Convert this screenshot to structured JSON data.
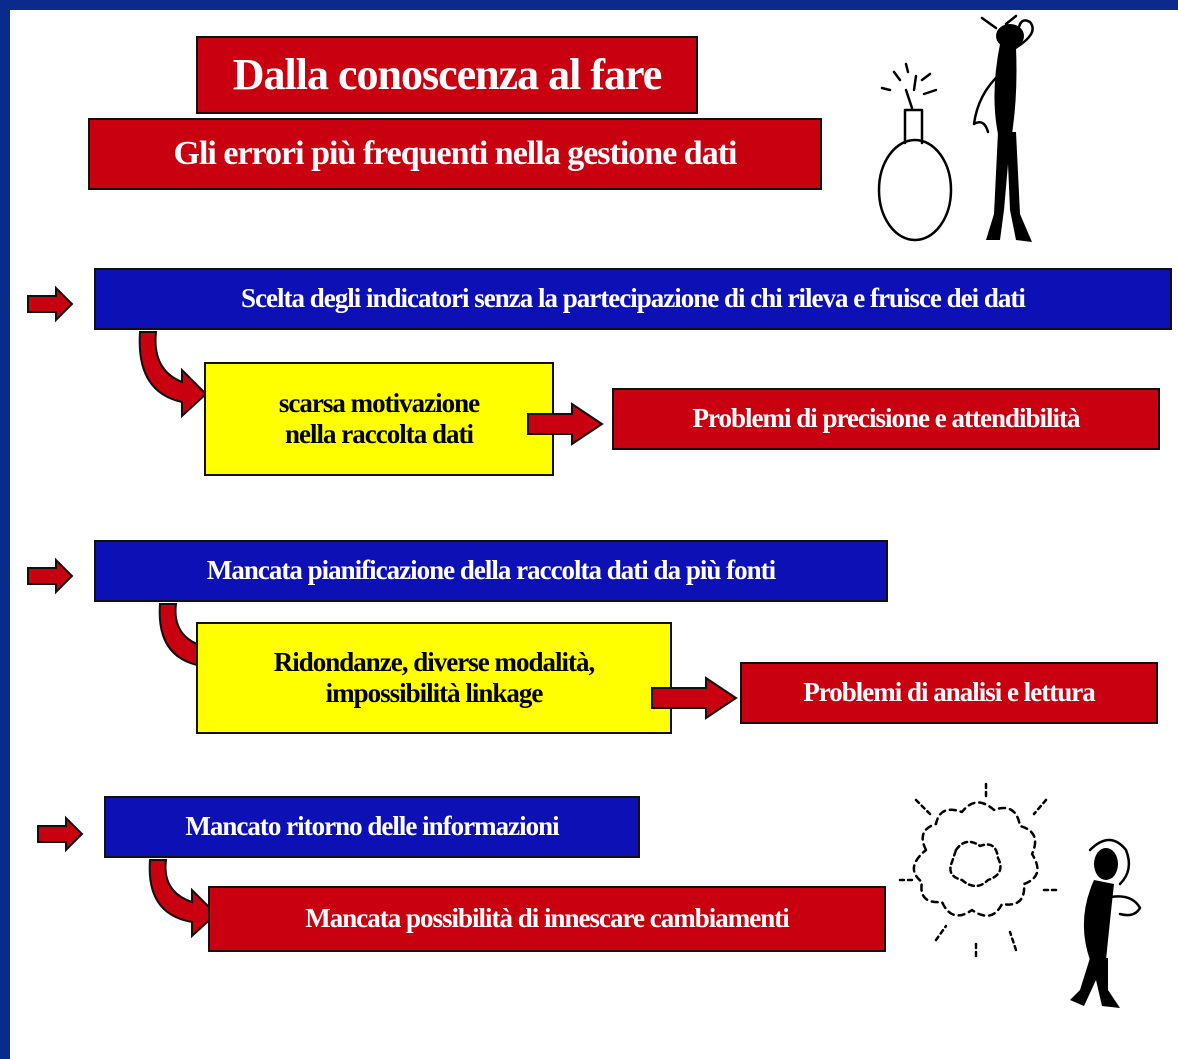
{
  "title": "Dalla conoscenza al fare",
  "subtitle": "Gli errori più frequenti nella gestione dati",
  "sections": [
    {
      "heading": "Scelta degli indicatori senza la partecipazione di chi rileva e fruisce dei dati",
      "cause_lines": [
        "scarsa motivazione",
        "nella raccolta dati"
      ],
      "effect": "Problemi di precisione e attendibilità"
    },
    {
      "heading": "Mancata pianificazione della raccolta dati da più fonti",
      "cause_lines": [
        "Ridondanze, diverse modalità,",
        "impossibilità linkage"
      ],
      "effect": "Problemi di analisi e lettura"
    },
    {
      "heading": "Mancato ritorno delle informazioni",
      "effect": "Mancata possibilità di innescare cambiamenti"
    }
  ],
  "colors": {
    "frame": "#0a2a8c",
    "red": "#c8000f",
    "blue": "#0d10b4",
    "yellow": "#ffff00"
  },
  "icons": [
    "right-arrow-icon",
    "curved-arrow-icon",
    "bulb-bomb-doodle",
    "thinking-man-doodle",
    "explosion-doodle",
    "dejected-man-doodle"
  ]
}
